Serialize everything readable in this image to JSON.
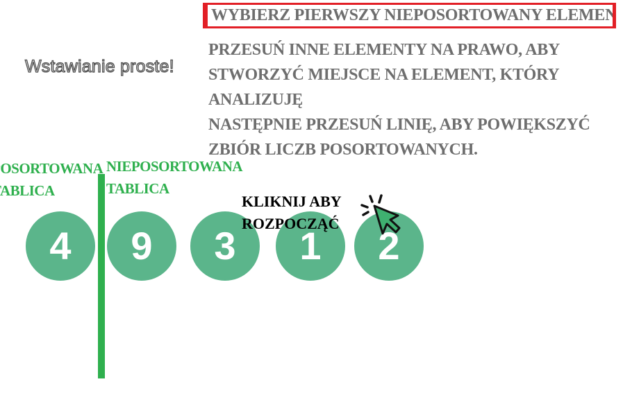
{
  "title": "Wstawianie proste!",
  "instructions": {
    "highlighted": "WYBIERZ PIERWSZY NIEPOSORTOWANY ELEMENT",
    "lines": [
      "PRZESUŃ INNE ELEMENTY NA PRAWO, ABY",
      "STWORZYĆ MIEJSCE NA ELEMENT, KTÓRY",
      "ANALIZUJĘ",
      "NASTĘPNIE PRZESUŃ LINIĘ, ABY POWIĘKSZYĆ",
      "ZBIÓR LICZB POSORTOWANYCH."
    ]
  },
  "labels": {
    "sorted": [
      "POSORTOWANA",
      "TABLICA"
    ],
    "unsorted": [
      "NIEPOSORTOWANA",
      "TABLICA"
    ]
  },
  "array": [
    "4",
    "9",
    "3",
    "1",
    "2"
  ],
  "start": [
    "KLIKNIJ ABY",
    "ROZPOCZĄĆ"
  ],
  "icons": {
    "cursor": "click-cursor-icon"
  },
  "colors": {
    "highlight_border": "#e21f26",
    "green": "#2fb04e",
    "ball": "#5bb58b",
    "instruction_text": "#6e6e6e"
  }
}
